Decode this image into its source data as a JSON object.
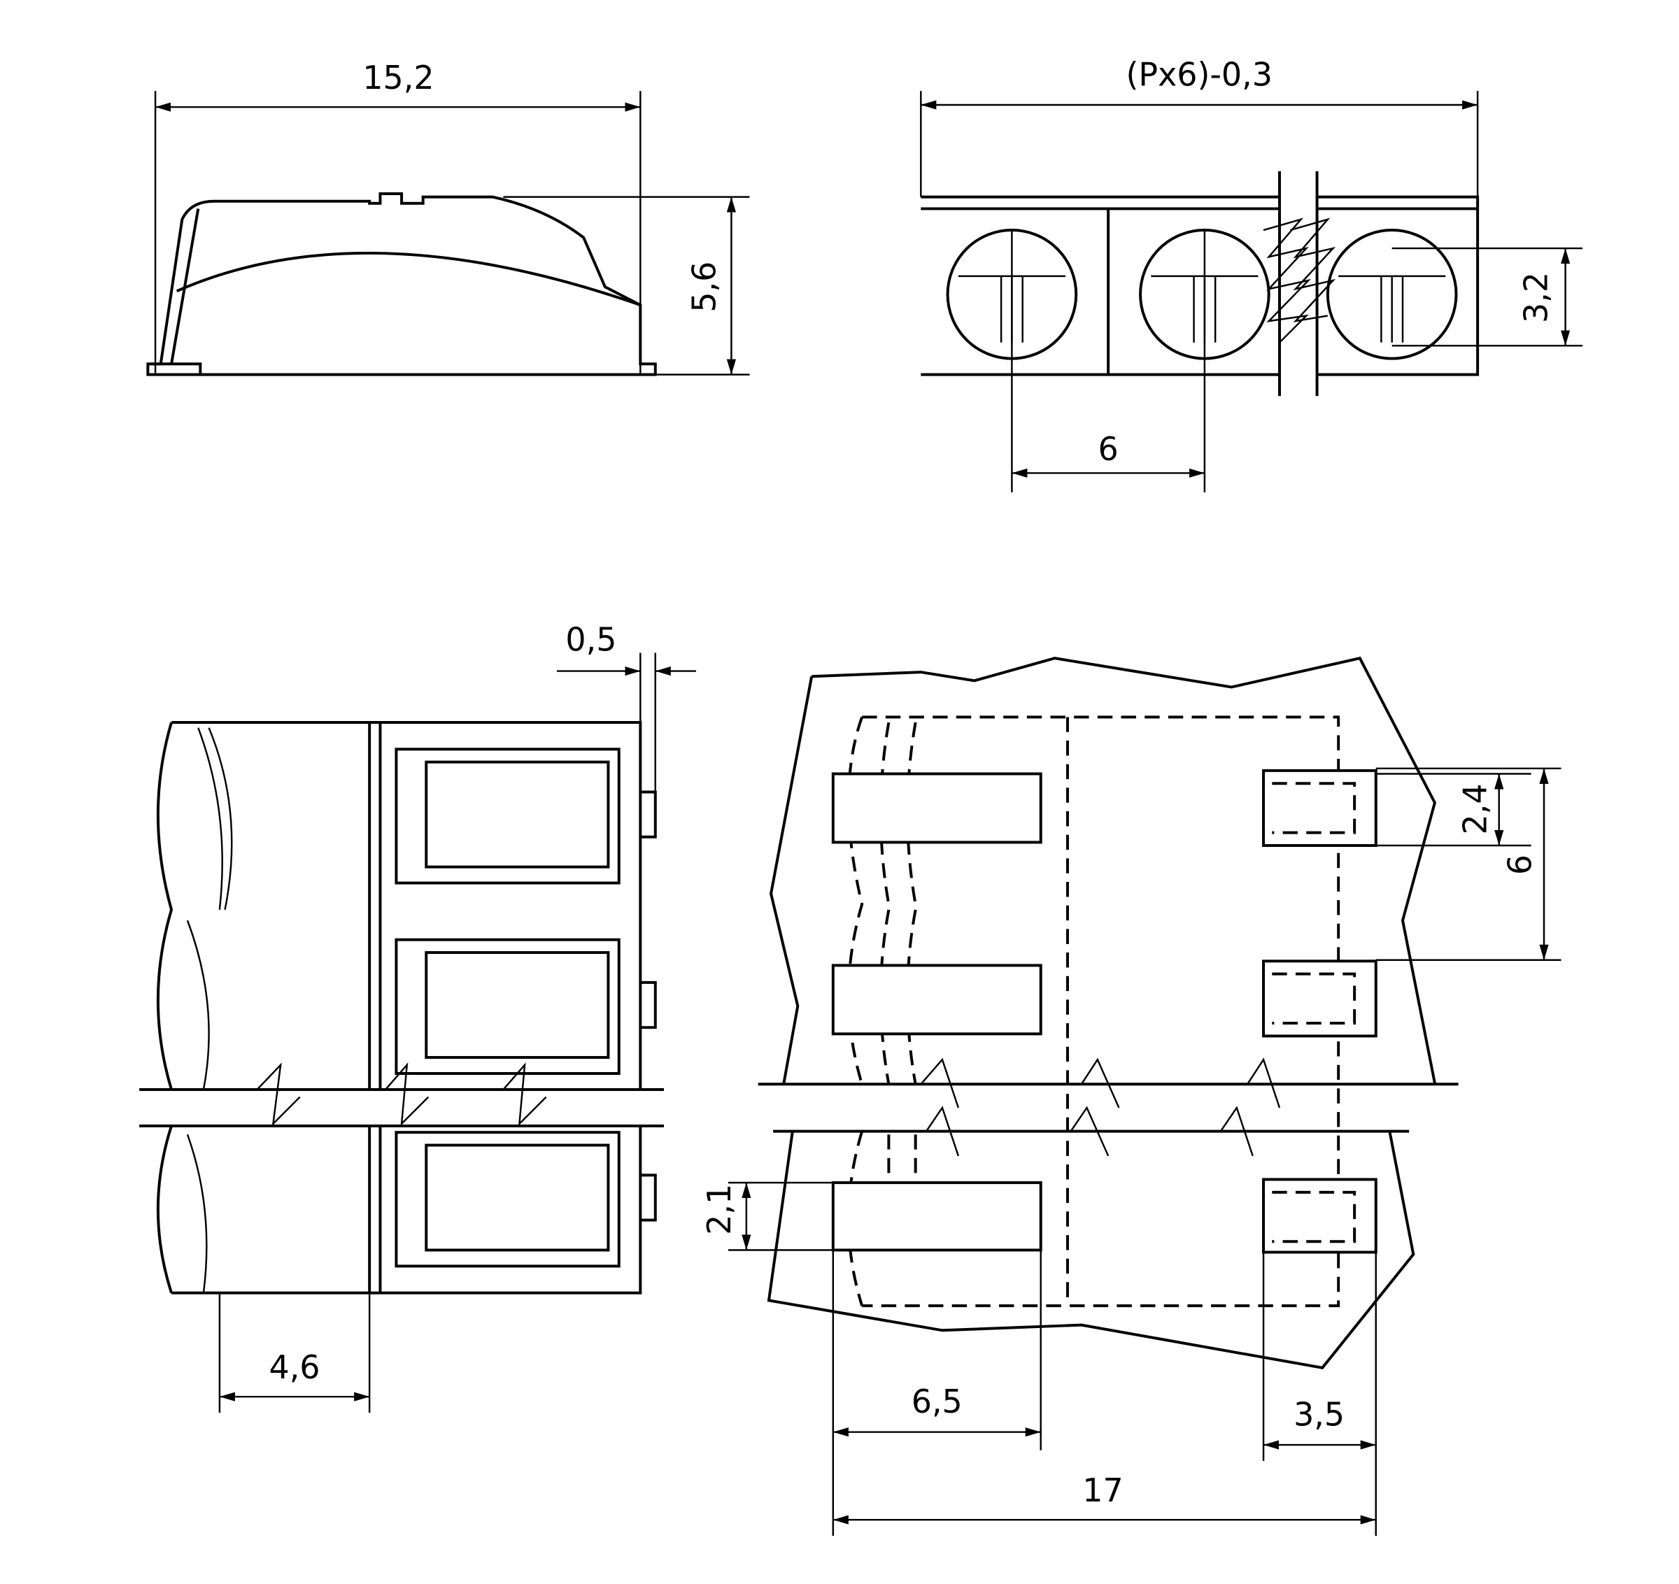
{
  "views": {
    "side": {
      "width_label": "15,2",
      "height_label": "5,6"
    },
    "front": {
      "width_label": "(Px6)-0,3",
      "pitch_label": "6",
      "height_label": "3,2"
    },
    "top": {
      "offset_label": "0,5",
      "depth_label": "4,6"
    },
    "footprint": {
      "pad_width_label": "2,4",
      "pitch_label": "6",
      "pad_height_label": "2,1",
      "pad_length_label": "6,5",
      "small_pad_label": "3,5",
      "overall_label": "17"
    }
  },
  "colors": {
    "line": "#000000",
    "background": "#ffffff"
  }
}
